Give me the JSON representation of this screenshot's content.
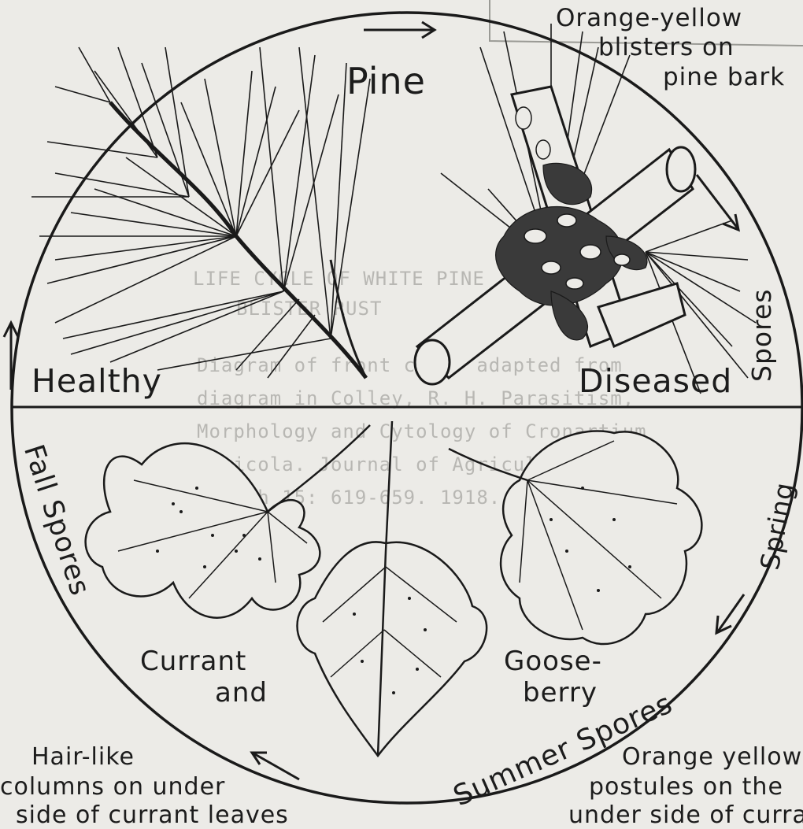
{
  "diagram": {
    "top_note": [
      "Orange-yellow",
      "blisters on",
      "pine bark"
    ],
    "pine": "Pine",
    "healthy": "Healthy",
    "diseased": "Diseased",
    "spores": "Spores",
    "spring": "Spring",
    "fall_spores": "Fall Spores",
    "summer_spores": "Summer Spores",
    "currant": "Currant",
    "and": "and",
    "goose": "Goose-",
    "berry": "berry",
    "hair_note": [
      "Hair-like",
      "columns on under",
      "side of currant leaves"
    ],
    "orange_note": [
      "Orange yellow",
      "postules on the",
      "under side of currant"
    ]
  },
  "background_text": [
    "LIFE CYCLE OF WHITE PINE",
    "BLISTER RUST",
    "Diagram of front cover adapted from",
    "diagram in Colley, R. H. Parasitism,",
    "Morphology and Cytology of Cronartium",
    "Ribicola. Journal of Agricultural Re-",
    "search 15: 619-659. 1918."
  ]
}
